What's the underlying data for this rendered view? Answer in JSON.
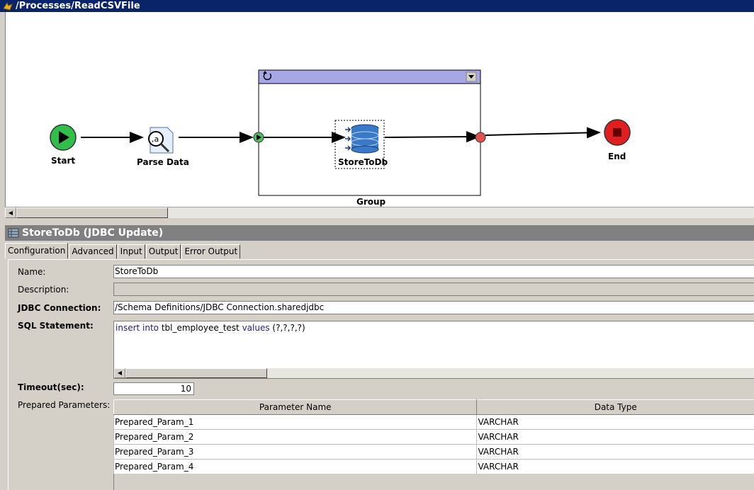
{
  "window": {
    "title": "/Processes/ReadCSVFile"
  },
  "canvas": {
    "nodes": {
      "start": "Start",
      "parse": "Parse Data",
      "store": "StoreToDb",
      "end": "End",
      "group": "Group"
    }
  },
  "panel": {
    "title": "StoreToDb (JDBC Update)",
    "tabs": [
      "Configuration",
      "Advanced",
      "Input",
      "Output",
      "Error Output"
    ],
    "active_tab": "Configuration",
    "form": {
      "name_label": "Name:",
      "name_value": "StoreToDb",
      "description_label": "Description:",
      "description_value": "",
      "jdbc_label": "JDBC Connection:",
      "jdbc_value": "/Schema Definitions/JDBC Connection.sharedjdbc",
      "sql_label": "SQL Statement:",
      "sql_kw1": "insert into",
      "sql_mid": " tbl_employee_test ",
      "sql_kw2": "values",
      "sql_tail": " (?,?,?,?)",
      "timeout_label": "Timeout(sec):",
      "timeout_value": "10",
      "params_label": "Prepared Parameters:",
      "params_columns": [
        "Parameter Name",
        "Data Type"
      ],
      "params_rows": [
        [
          "Prepared_Param_1",
          "VARCHAR"
        ],
        [
          "Prepared_Param_2",
          "VARCHAR"
        ],
        [
          "Prepared_Param_3",
          "VARCHAR"
        ],
        [
          "Prepared_Param_4",
          "VARCHAR"
        ]
      ]
    }
  },
  "colors": {
    "titlebar": "#0a246a",
    "group_header": "#a6a6e8",
    "start_node": "#2fbf4a",
    "end_node": "#e02020"
  }
}
